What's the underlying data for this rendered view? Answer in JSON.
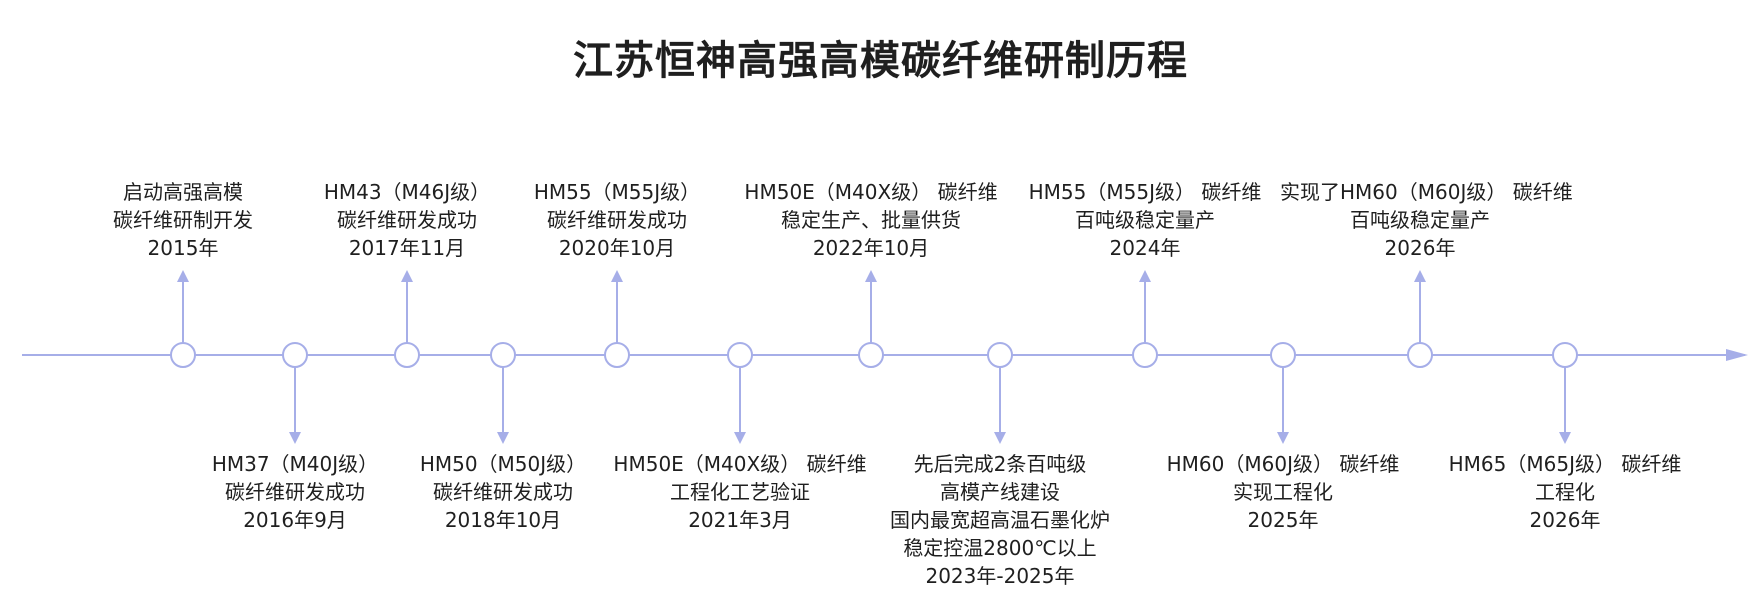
{
  "title": "江苏恒神高强高模碳纤维研制历程",
  "colors": {
    "line": "#a6aee8",
    "marker_fill": "#ffffff",
    "text": "#1f1f1f"
  },
  "events": [
    {
      "side": "top",
      "lines": [
        "启动高强高模",
        "碳纤维研制开发",
        "2015年"
      ]
    },
    {
      "side": "bottom",
      "lines": [
        "HM37（M40J级）",
        "碳纤维研发成功",
        "2016年9月"
      ]
    },
    {
      "side": "top",
      "lines": [
        "HM43（M46J级）",
        "碳纤维研发成功",
        "2017年11月"
      ]
    },
    {
      "side": "bottom",
      "lines": [
        "HM50（M50J级）",
        "碳纤维研发成功",
        "2018年10月"
      ]
    },
    {
      "side": "top",
      "lines": [
        "HM55（M55J级）",
        "碳纤维研发成功",
        "2020年10月"
      ]
    },
    {
      "side": "bottom",
      "lines": [
        "HM50E（M40X级） 碳纤维",
        "工程化工艺验证",
        "2021年3月"
      ]
    },
    {
      "side": "top",
      "lines": [
        "HM50E（M40X级） 碳纤维",
        "稳定生产、批量供货",
        "2022年10月"
      ]
    },
    {
      "side": "bottom",
      "lines": [
        "先后完成2条百吨级",
        "高模产线建设",
        "国内最宽超高温石墨化炉",
        "稳定控温2800℃以上",
        "2023年-2025年"
      ]
    },
    {
      "side": "top",
      "lines": [
        "HM55（M55J级） 碳纤维",
        "百吨级稳定量产",
        "2024年"
      ]
    },
    {
      "side": "bottom",
      "lines": [
        "HM60（M60J级） 碳纤维",
        "实现工程化",
        "2025年"
      ]
    },
    {
      "side": "top",
      "lines": [
        "实现了HM60（M60J级） 碳纤维",
        "百吨级稳定量产",
        "2026年"
      ]
    },
    {
      "side": "bottom",
      "lines": [
        "HM65（M65J级） 碳纤维",
        "工程化",
        "2026年"
      ]
    }
  ]
}
